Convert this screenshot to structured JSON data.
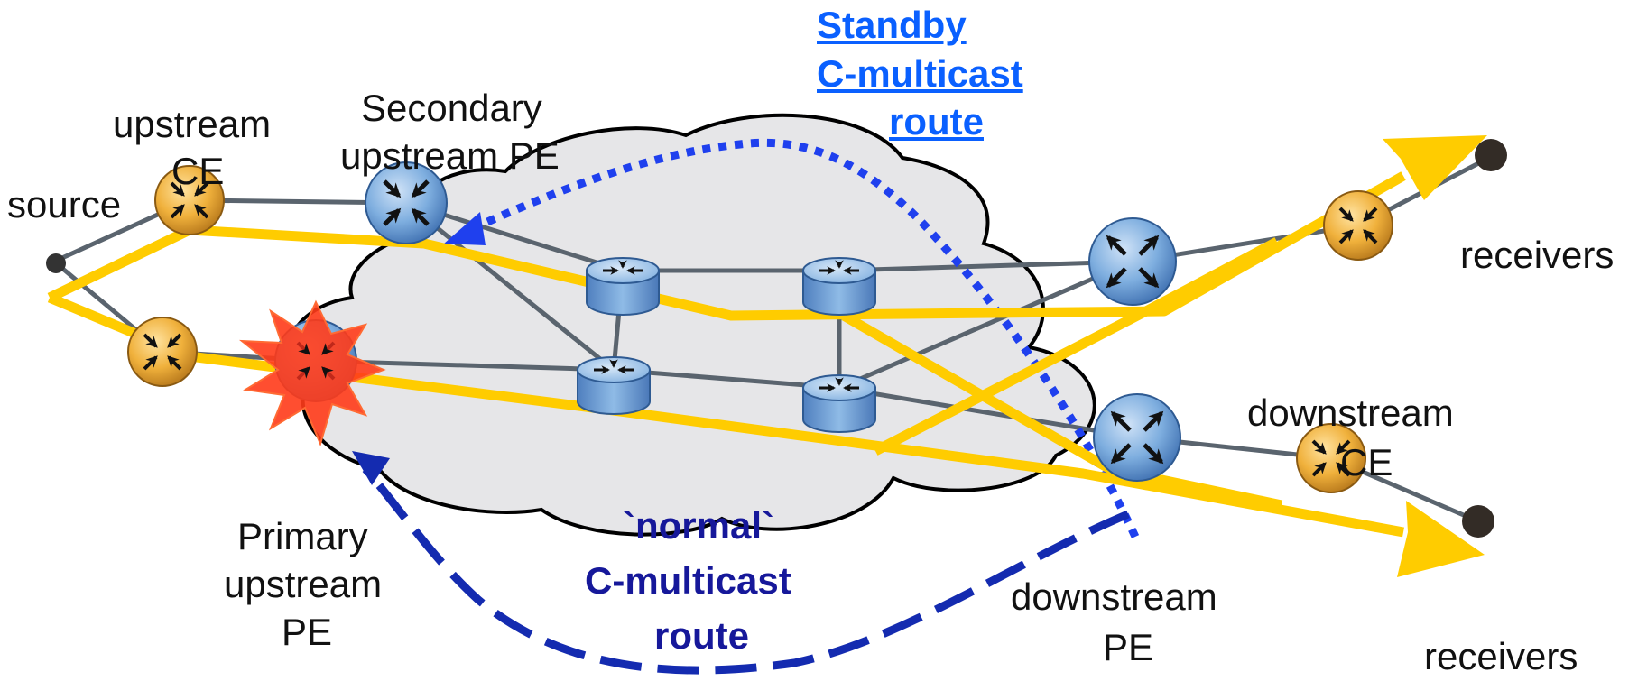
{
  "labels": {
    "standby_line1": "Standby",
    "standby_line2": "C-multicast",
    "standby_line3": "route",
    "secondary_line1": "Secondary",
    "secondary_line2": "upstream PE",
    "upstream_ce_line1": "upstream",
    "upstream_ce_line2": "CE",
    "source": "source",
    "receivers_top": "receivers",
    "downstream_ce_line1": "downstream",
    "downstream_ce_line2": "CE",
    "primary_line1": "Primary",
    "primary_line2": "upstream",
    "primary_line3": "PE",
    "normal_line1": "`normal`",
    "normal_line2": "C-multicast",
    "normal_line3": "route",
    "downstream_pe_line1": "downstream",
    "downstream_pe_line2": "PE",
    "receivers_bottom": "receivers"
  },
  "colors": {
    "cloud_fill": "#e6e6e8",
    "link": "#5a646e",
    "flow": "#ffcc00",
    "standby_route": "#1f40ee",
    "normal_route": "#142bb0",
    "pe_router": "#6e9fd6",
    "p_router": "#7eaedf",
    "ce_router": "#e6a232",
    "failure": "#ff3b1a",
    "label_blue": "#0a60ff",
    "label_navy": "#16189a"
  }
}
